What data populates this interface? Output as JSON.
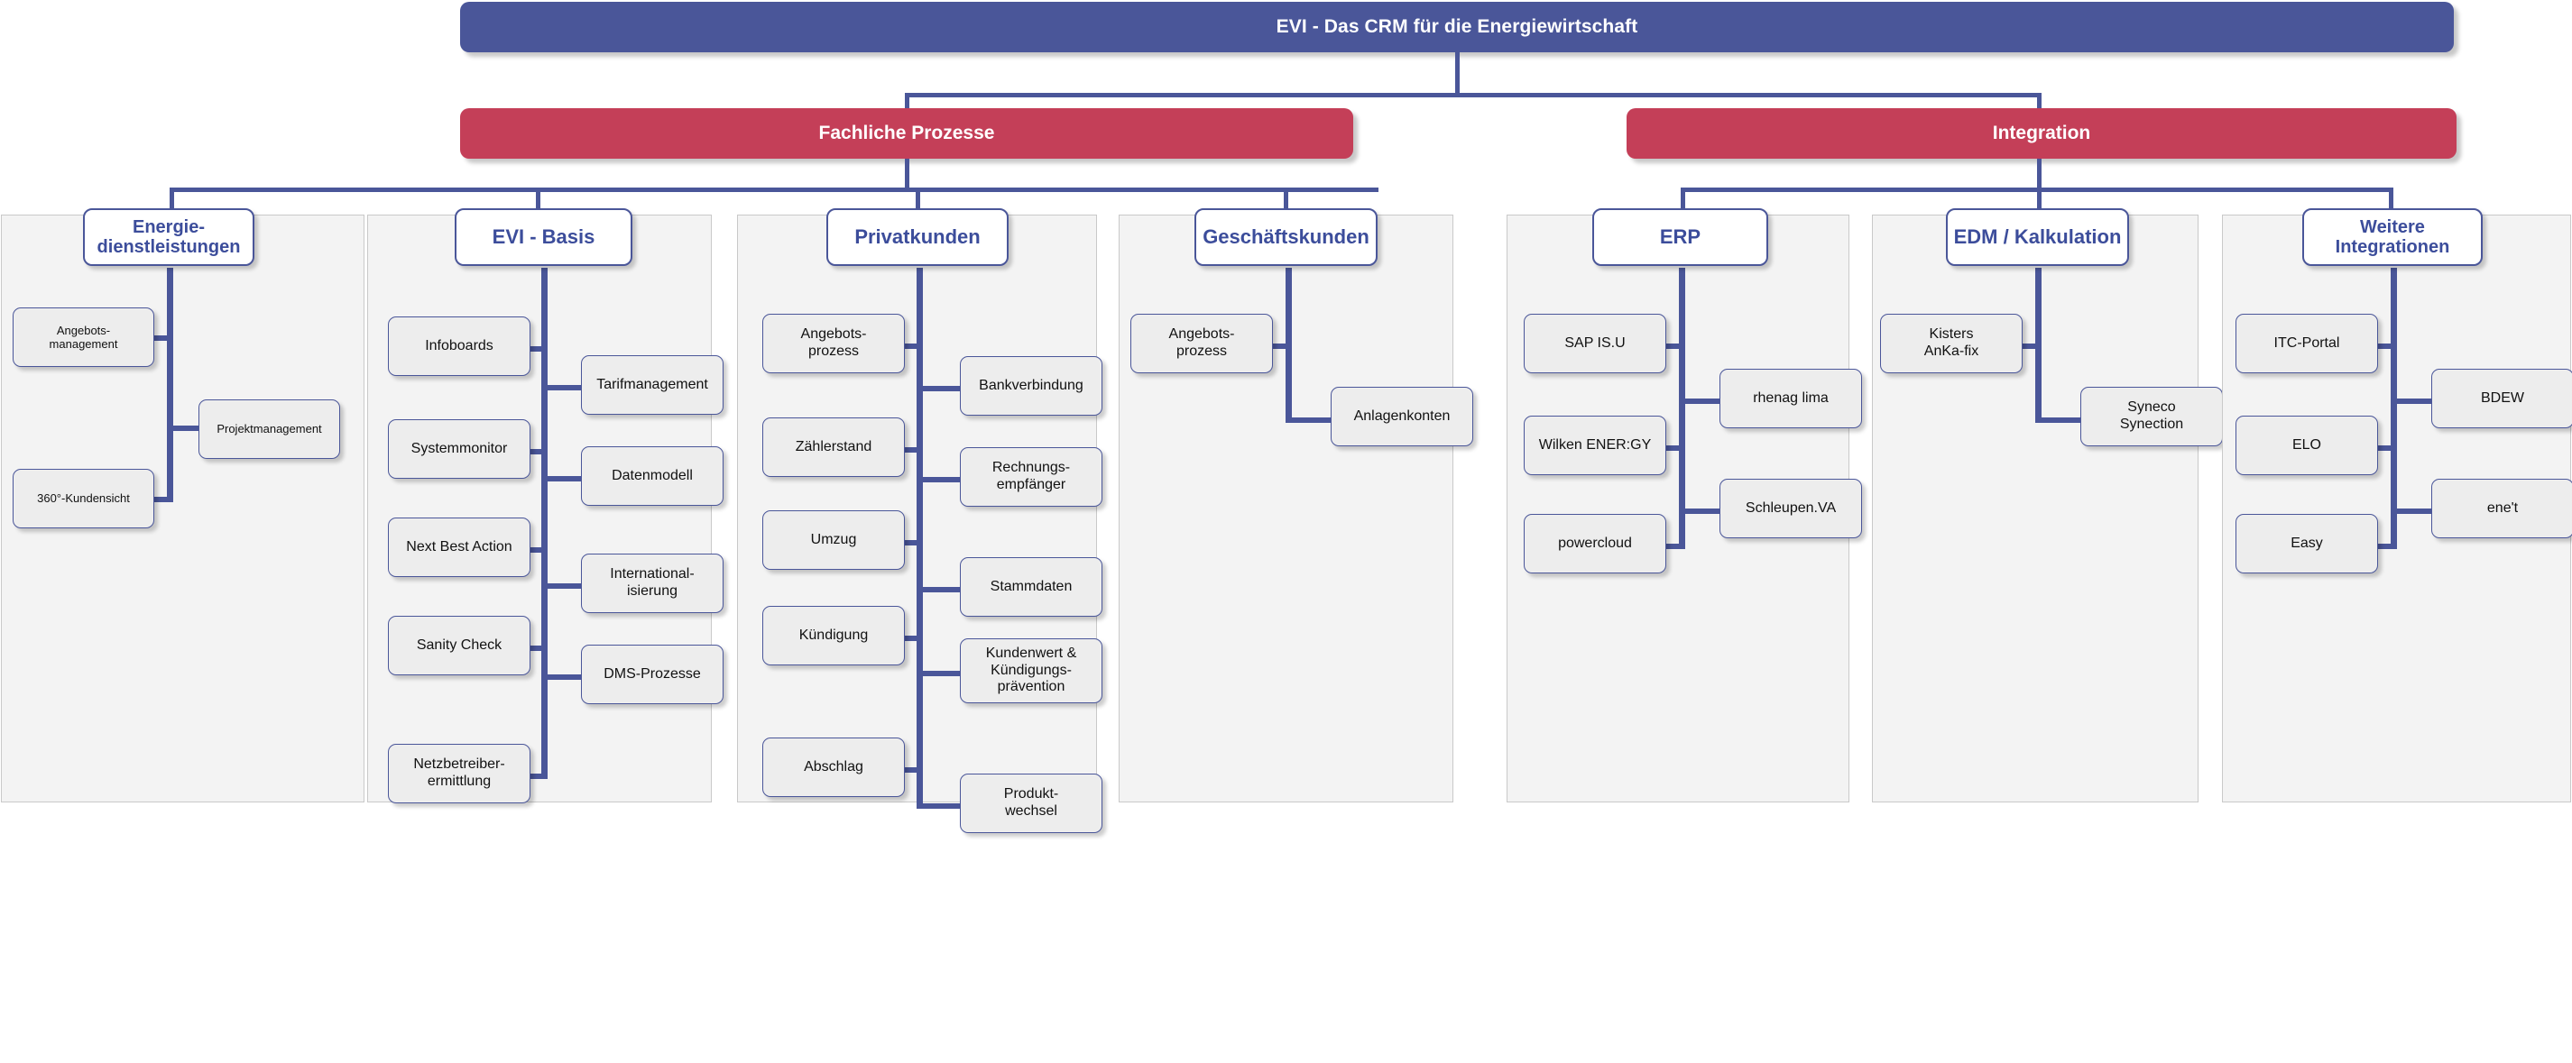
{
  "colors": {
    "root_bar": "#4a5699",
    "level2_bar": "#c43f58",
    "connector": "#4a5699",
    "panel_bg": "#f3f3f3",
    "leaf_bg": "#ededed",
    "header_text": "#3c4d9b"
  },
  "root": {
    "title": "EVI - Das CRM für die Energiewirtschaft"
  },
  "branches": [
    {
      "id": "fachliche-prozesse",
      "label": "Fachliche Prozesse"
    },
    {
      "id": "integration",
      "label": "Integration"
    }
  ],
  "groups": [
    {
      "id": "energiedienstleistungen",
      "header": "Energie-\ndienstleistungen",
      "branch": "fachliche-prozesse",
      "left_items": [
        "Angebots-\nmanagement",
        "360°-Kundensicht"
      ],
      "right_items": [
        "Projektmanagement"
      ]
    },
    {
      "id": "evi-basis",
      "header": "EVI - Basis",
      "branch": "fachliche-prozesse",
      "left_items": [
        "Infoboards",
        "Systemmonitor",
        "Next Best Action",
        "Sanity Check",
        "Netzbetreiber-\nermittlung"
      ],
      "right_items": [
        "Tarifmanagement",
        "Datenmodell",
        "International-\nisierung",
        "DMS-Prozesse"
      ]
    },
    {
      "id": "privatkunden",
      "header": "Privatkunden",
      "branch": "fachliche-prozesse",
      "left_items": [
        "Angebots-\nprozess",
        "Zählerstand",
        "Umzug",
        "Kündigung",
        "Abschlag"
      ],
      "right_items": [
        "Bankverbindung",
        "Rechnungs-\nempfänger",
        "Stammdaten",
        "Kundenwert &\nKündigungs-\nprävention",
        "Produkt-\nwechsel"
      ]
    },
    {
      "id": "geschaeftskunden",
      "header": "Geschäftskunden",
      "branch": "fachliche-prozesse",
      "left_items": [
        "Angebots-\nprozess"
      ],
      "right_items": [
        "Anlagenkonten"
      ]
    },
    {
      "id": "erp",
      "header": "ERP",
      "branch": "integration",
      "left_items": [
        "SAP IS.U",
        "Wilken ENER:GY",
        "powercloud"
      ],
      "right_items": [
        "rhenag lima",
        "Schleupen.VA"
      ]
    },
    {
      "id": "edm-kalkulation",
      "header": "EDM / Kalkulation",
      "branch": "integration",
      "left_items": [
        "Kisters\nAnKa-fix"
      ],
      "right_items": [
        "Syneco\nSynection"
      ]
    },
    {
      "id": "weitere-integrationen",
      "header": "Weitere\nIntegrationen",
      "branch": "integration",
      "left_items": [
        "ITC-Portal",
        "ELO",
        "Easy"
      ],
      "right_items": [
        "BDEW",
        "ene't"
      ]
    }
  ]
}
